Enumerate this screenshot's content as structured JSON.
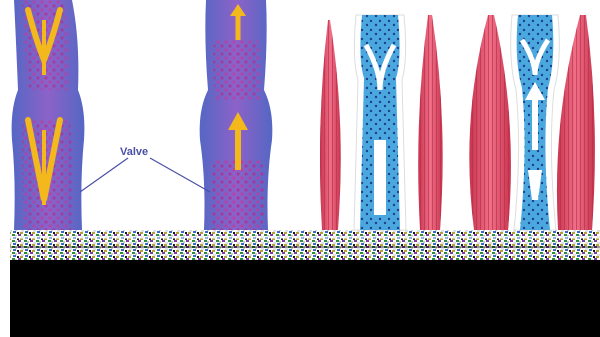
{
  "diagram": {
    "valve_label": "Valve"
  },
  "colors": {
    "vein_outer": "#6f80d4",
    "vein_inner": "#8a5ec8",
    "blood_dots": "#c03a9a",
    "arrow": "#f2b81c",
    "muscle": "#e8506f",
    "muscle_stripe": "#c7344f",
    "vein_blue": "#4aa8de",
    "vein_wall": "#ffffff",
    "dots_dark": "#2a4a9a",
    "noise_band": "#555555",
    "black_block": "#000000"
  },
  "icons": [
    "vein-panel",
    "up-arrow-icon",
    "muscle-shape",
    "valve-flap"
  ]
}
